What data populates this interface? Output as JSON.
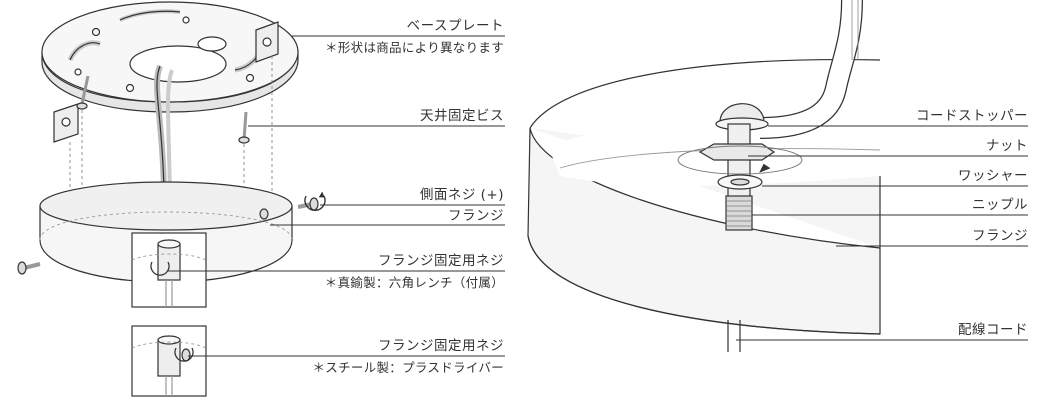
{
  "left_diagram": {
    "labels": {
      "base_plate": "ベースプレート",
      "base_plate_note": "＊形状は商品により異なります",
      "ceiling_screw": "天井固定ビス",
      "side_screw": "側面ネジ (+)",
      "flange": "フランジ",
      "flange_screw_1": "フランジ固定用ネジ",
      "flange_screw_1_note": "＊真鍮製：六角レンチ（付属）",
      "flange_screw_2": "フランジ固定用ネジ",
      "flange_screw_2_note": "＊スチール製：プラスドライバー"
    }
  },
  "right_diagram": {
    "labels": {
      "cord_stopper": "コードストッパー",
      "nut": "ナット",
      "washer": "ワッシャー",
      "nipple": "ニップル",
      "flange": "フランジ",
      "wiring_cord": "配線コード"
    }
  },
  "colors": {
    "line": "#333333",
    "fill_light": "#f2f2f2",
    "fill_mid": "#dcdcdc"
  }
}
